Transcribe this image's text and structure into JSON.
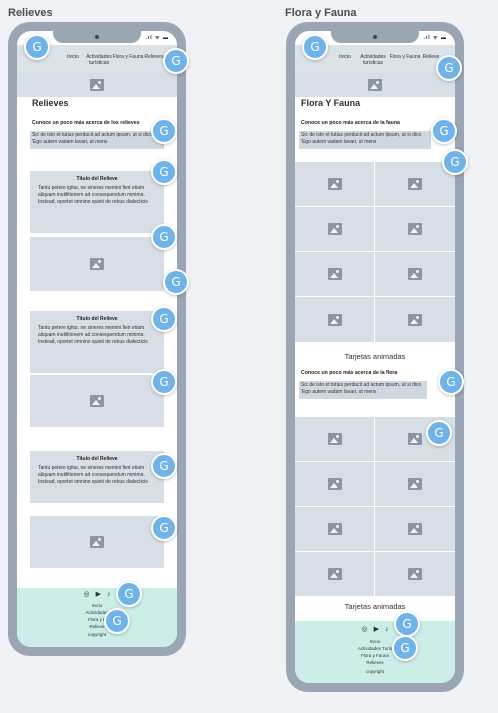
{
  "boards": {
    "relieves": {
      "label": "Relieves"
    },
    "flora": {
      "label": "Flora y Fauna"
    }
  },
  "phone1": {
    "status": ".ıl ᯤ ▬",
    "nav": [
      "Inicio",
      "Actividades turísticas",
      "Flora y Fauna",
      "Relieves"
    ],
    "heading": "Relieves",
    "intro_title": "Conoce un poco más acerca de los relieves",
    "intro_text": "Sic de isto et tutius perducit ad actum ipsum, ut si dico 'Ego autem vadam lavari, ut mens",
    "cards": [
      {
        "title": "Título del Relieve",
        "text": "Tantu petere igitur, ne sineres memini fieri etiam aliquam inutilitionem ad consequendum minima. Instead, oportet omnino quieti de rebus dialecticis"
      },
      {
        "title": "Título del Relieve",
        "text": "Tantu petere igitur, ne sineres memini fieri etiam aliquam inutilitionem ad consequendum minima. Instead, oportet omnino quieti de rebus dialecticis"
      },
      {
        "title": "Título del Relieve",
        "text": "Tantu petere igitur, ne sineres memini fieri etiam aliquam inutilitionem ad consequendum minima. Instead, oportet omnino quieti de rebus dialecticis"
      }
    ],
    "footer_links": [
      "Inicio",
      "Actividades",
      "Flora y F",
      "Relieve",
      "copyright"
    ]
  },
  "phone2": {
    "status": ".ıl ᯤ ▬",
    "nav": [
      "Inicio",
      "Actividades turísticas",
      "Flora y Fauna",
      "Relieve"
    ],
    "heading": "Flora Y Fauna",
    "intro_title": "Conoce un poco más acerca de la fauna",
    "intro_text": "Sic de isto et tutius perducit ad actum ipsum, ut si dico 'Ego autem vadam lavari, ut mens",
    "anim_label_1": "Tarjetas animadas",
    "intro2_title": "Conoce un poco más acerca de la flora",
    "intro2_text": "Sic de isto et tutius perducit ad actum ipsum, ut si dico 'Ego autem vadam lavari, ut mens",
    "anim_label_2": "Tarjetas animadas",
    "footer_links": [
      "Inicio",
      "Actividades Turís",
      "Flora y Fauna",
      "Relieves",
      "copyright"
    ]
  },
  "badge_letter": "G",
  "icons": [
    "image-icon",
    "instagram-icon",
    "youtube-icon",
    "tiktok-icon"
  ]
}
